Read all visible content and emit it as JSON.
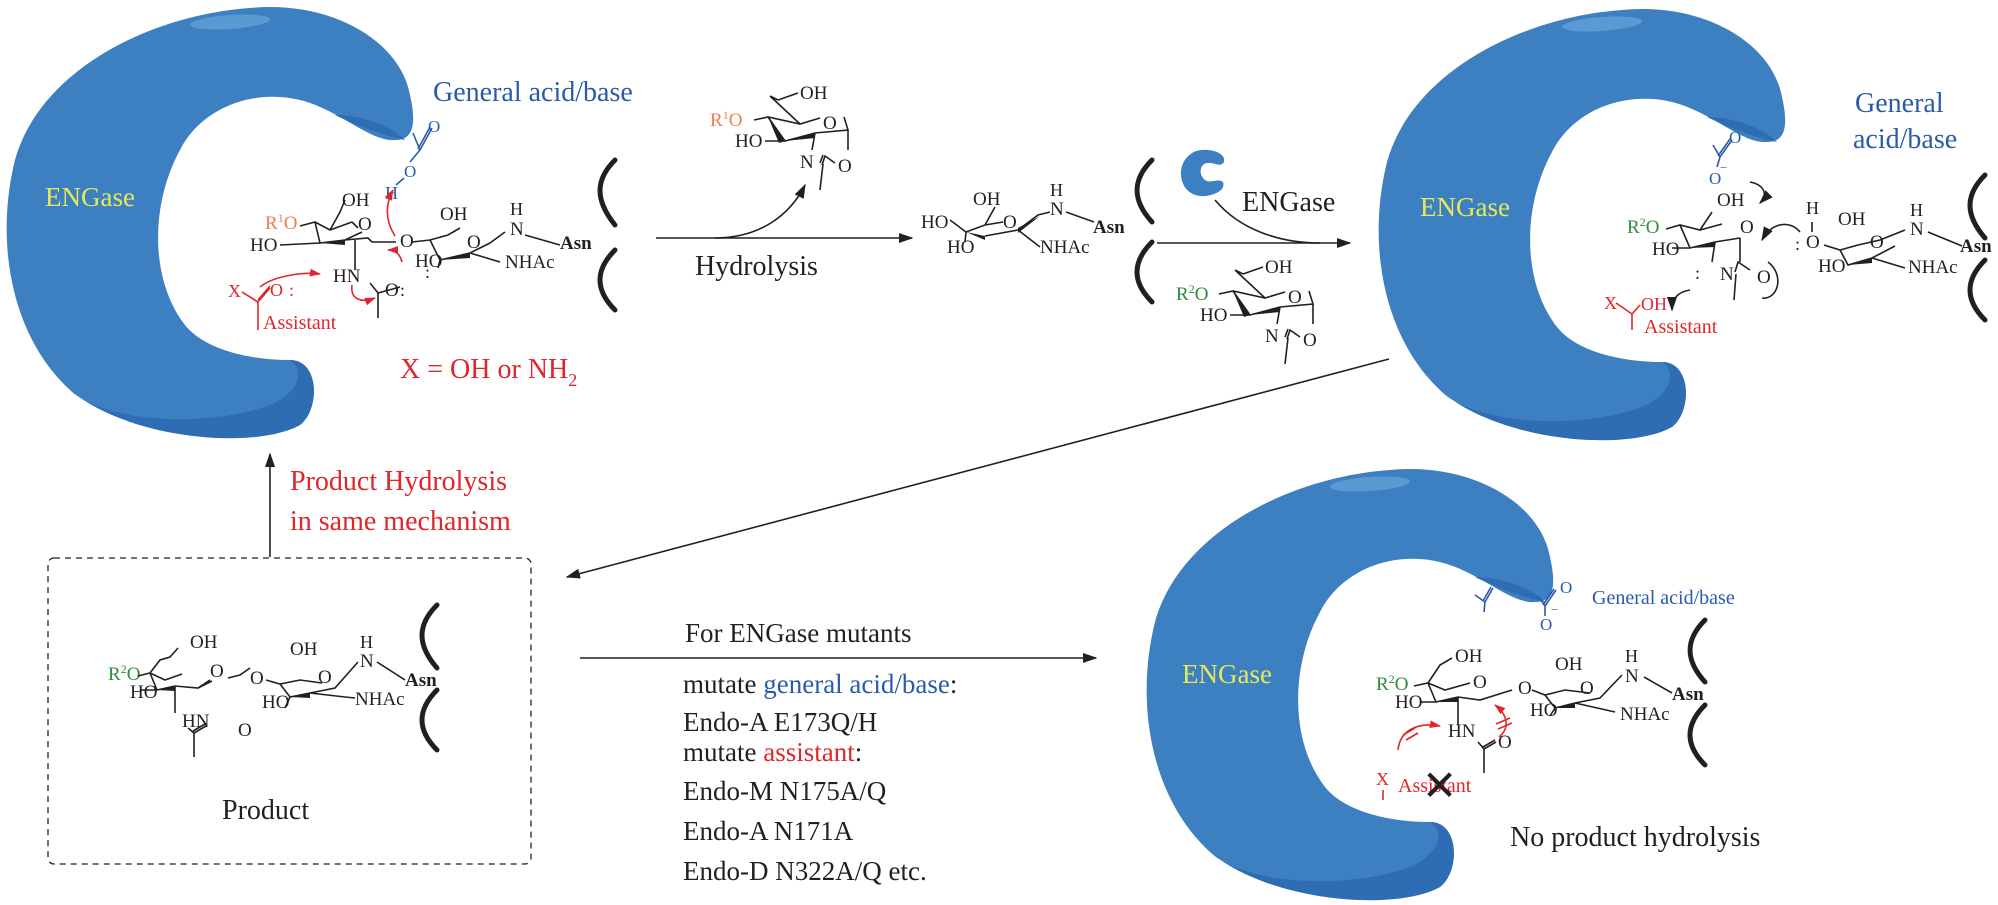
{
  "colors": {
    "enzyme": "#3d80c2",
    "enzyme_dark": "#2e6cb3",
    "enzyme_highlight": "#5a9ad3",
    "enzyme_label": "#e6e85a",
    "general_acid_base": "#2a5ba8",
    "assistant": "#e0262b",
    "r1": "#ec7d4e",
    "r2": "#2f8a3c",
    "text": "#231f20"
  },
  "panel_top_left": {
    "enzyme_label": "ENGase",
    "general_acid_base_label": "General acid/base",
    "carboxyl_O": "O",
    "carboxyl_OH_O": "O",
    "carboxyl_H": "H",
    "assistant_label": "Assistant",
    "assistant_X": "X",
    "assistant_O": "O",
    "x_definition": "X = OH or NH",
    "x_definition_sub": "2",
    "substrate": {
      "r_group": "R",
      "r_sup": "1",
      "r_O": "O",
      "labels": [
        "OH",
        "HO",
        "O",
        "HN",
        "O",
        "O",
        "OH",
        "O",
        "HO",
        "H",
        "N",
        "NHAc",
        "Asn"
      ]
    }
  },
  "step_hydrolysis": {
    "label": "Hydrolysis",
    "byproduct": {
      "r_group": "R",
      "r_sup": "1",
      "r_O": "O",
      "labels": [
        "OH",
        "O",
        "HO",
        "N",
        "O"
      ]
    }
  },
  "intermediate": {
    "labels": [
      "OH",
      "HO",
      "O",
      "HO",
      "H",
      "N",
      "Asn",
      "NHAc"
    ]
  },
  "step_engase": {
    "label": "ENGase",
    "donor": {
      "r_group": "R",
      "r_sup": "2",
      "r_O": "O",
      "labels": [
        "OH",
        "O",
        "HO",
        "N",
        "O"
      ]
    }
  },
  "panel_top_right": {
    "enzyme_label": "ENGase",
    "general_acid_base_line1": "General",
    "general_acid_base_line2": "acid/base",
    "carboxylate_O": "O",
    "carboxylate_Ominus": "O",
    "carboxylate_charge": "−",
    "assistant_X": "X",
    "assistant_OH": "OH",
    "assistant_label": "Assistant",
    "substrate": {
      "r_group": "R",
      "r_sup": "2",
      "r_O": "O",
      "labels": [
        "OH",
        "O",
        "HO",
        "N",
        "O",
        "H",
        "O",
        "OH",
        "O",
        "HO",
        "H",
        "N",
        "Asn",
        "NHAc"
      ]
    }
  },
  "cycle": {
    "product_hydrolysis_line1": "Product Hydrolysis",
    "product_hydrolysis_line2": "in same mechanism"
  },
  "product_box": {
    "label": "Product",
    "molecule": {
      "r_group": "R",
      "r_sup": "2",
      "r_O": "O",
      "labels": [
        "OH",
        "HO",
        "O",
        "O",
        "HN",
        "O",
        "OH",
        "O",
        "HO",
        "H",
        "N",
        "Asn",
        "NHAc"
      ]
    }
  },
  "mutants": {
    "title": "For ENGase mutants",
    "line1_prefix": "mutate ",
    "line1_highlight": "general acid/base",
    "line1_suffix": ":",
    "line2": "Endo-A E173Q/H",
    "line3_prefix": "mutate ",
    "line3_highlight": "assistant",
    "line3_suffix": ":",
    "line4": "Endo-M N175A/Q",
    "line5": "Endo-A N171A",
    "line6": "Endo-D N322A/Q etc."
  },
  "panel_bottom_right": {
    "enzyme_label": "ENGase",
    "general_acid_base_label": "General acid/base",
    "carboxylate_O": "O",
    "carboxylate_Ominus": "O",
    "carboxylate_charge": "−",
    "assistant_X": "X",
    "assistant_label": "Assistant",
    "blocked_mark": "✕",
    "outcome": "No product hydrolysis",
    "substrate": {
      "r_group": "R",
      "r_sup": "2",
      "r_O": "O",
      "labels": [
        "OH",
        "HO",
        "O",
        "HN",
        "O",
        "O",
        "OH",
        "O",
        "HO",
        "H",
        "N",
        "Asn",
        "NHAc"
      ]
    }
  }
}
